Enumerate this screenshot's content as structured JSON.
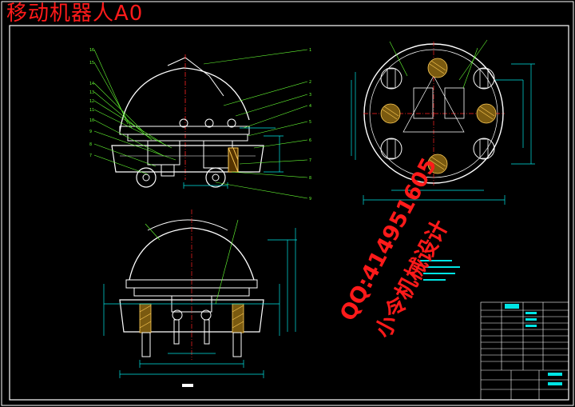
{
  "title": "移动机器人A0",
  "watermark": {
    "qq": "QQ:414951605",
    "studio": "小令机械设计"
  },
  "colors": {
    "background": "#000000",
    "frame": "#ffffff",
    "outline": "#ffffff",
    "dimension": "#00e5e5",
    "leader": "#66ff33",
    "center": "#ff2222",
    "hatch": "#ffcc55",
    "part": "#ffff66",
    "watermark": "#ff1a1a"
  },
  "balloons": [
    "1",
    "2",
    "3",
    "4",
    "5",
    "6",
    "7",
    "8",
    "9",
    "10",
    "11",
    "12",
    "13",
    "14",
    "15",
    "16"
  ]
}
